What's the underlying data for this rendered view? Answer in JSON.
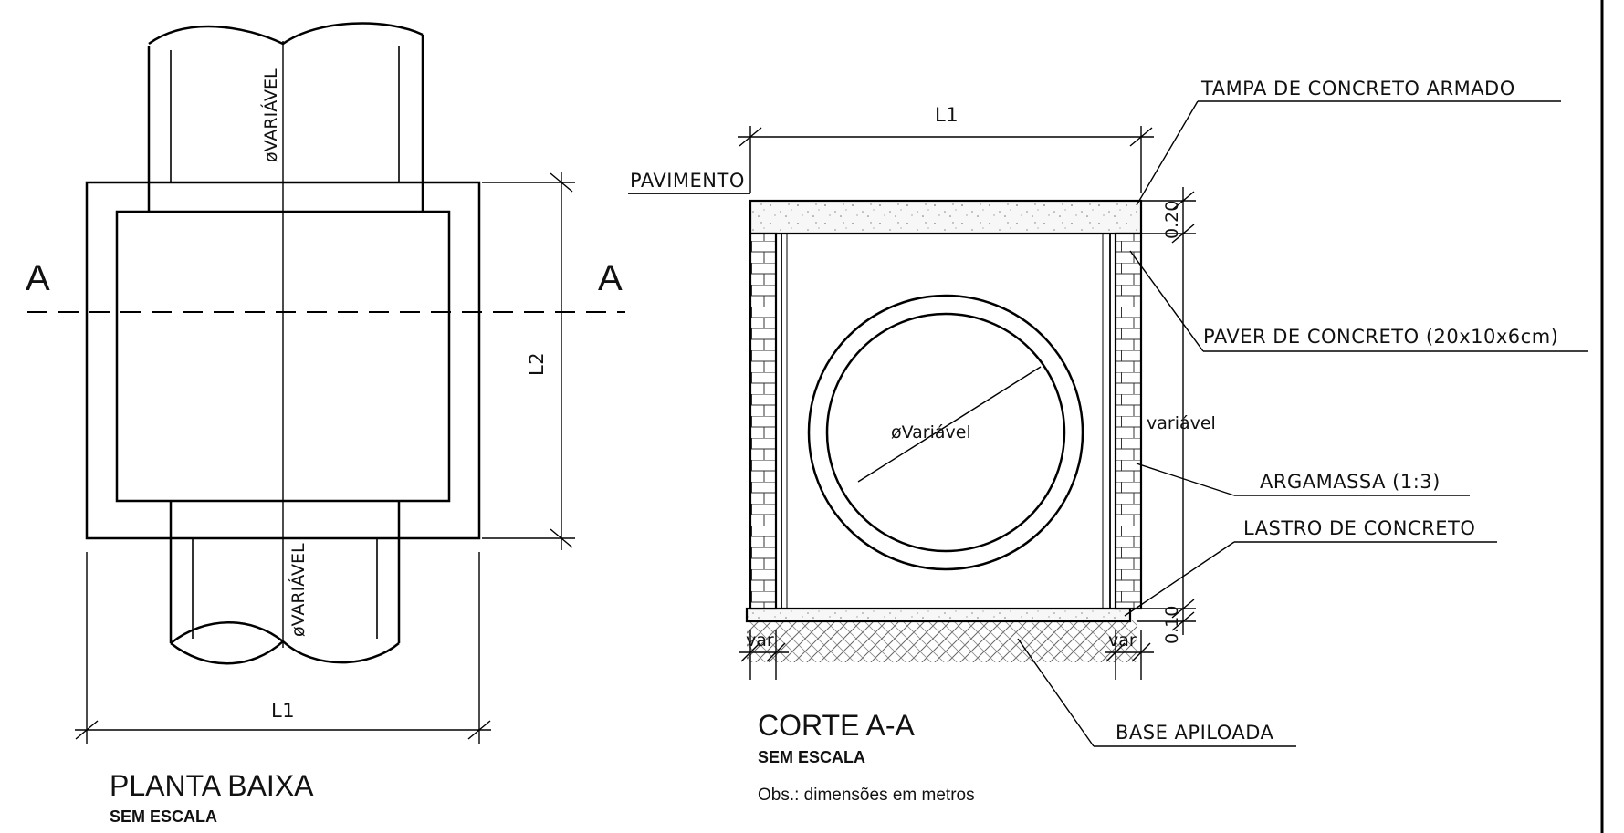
{
  "plan": {
    "section_mark_left": "A",
    "section_mark_right": "A",
    "pipe_label_top": "øVARIÁVEL",
    "pipe_label_bottom": "øVARIÁVEL",
    "dim_width": "L1",
    "dim_height": "L2",
    "title": "PLANTA BAIXA",
    "scale": "SEM ESCALA"
  },
  "section": {
    "dim_width": "L1",
    "pipe_label": "øVariável",
    "side_dim": "variável",
    "dim_cover": "0.20",
    "dim_base": "0.10",
    "dim_wall_left": "var",
    "dim_wall_right": "var",
    "title": "CORTE A-A",
    "scale": "SEM ESCALA",
    "note": "Obs.: dimensões em metros"
  },
  "callouts": {
    "pavimento": "PAVIMENTO",
    "tampa": "TAMPA DE CONCRETO ARMADO",
    "paver": "PAVER DE CONCRETO (20x10x6cm)",
    "argamassa": "ARGAMASSA (1:3)",
    "lastro": "LASTRO DE CONCRETO",
    "base": "BASE APILOADA"
  }
}
